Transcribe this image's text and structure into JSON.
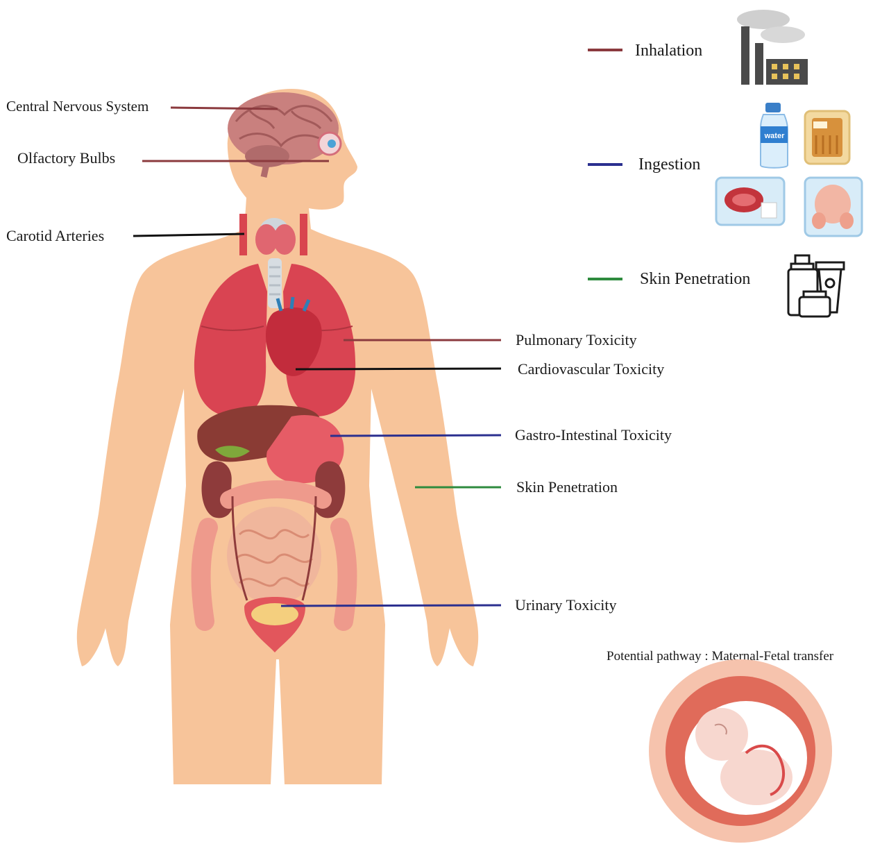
{
  "colors": {
    "inhalation": "#8b3a3e",
    "ingestion": "#2b2f8f",
    "skin": "#2e8b3e",
    "neutral": "#111111",
    "skin_tone": "#f7c49a",
    "organ_red": "#d9454f",
    "womb": "#f4b6a0"
  },
  "legend": {
    "inhalation": "Inhalation",
    "ingestion": "Ingestion",
    "skin_penetration": "Skin Penetration",
    "water_bottle_text": "water",
    "inhalation_icon": "factory-icon",
    "ingestion_icons": [
      "water-bottle-icon",
      "packaged-food-icon",
      "packaged-meat-icon",
      "packaged-poultry-icon"
    ],
    "skin_icon": "cosmetics-bottles-icon"
  },
  "labels": {
    "cns": "Central Nervous System",
    "olfactory": "Olfactory Bulbs",
    "carotid": "Carotid Arteries",
    "pulmonary": "Pulmonary Toxicity",
    "cardiovascular": "Cardiovascular Toxicity",
    "gastro": "Gastro-Intestinal Toxicity",
    "skin": "Skin Penetration",
    "urinary": "Urinary Toxicity"
  },
  "fetal": {
    "title": "Potential pathway : Maternal-Fetal transfer",
    "icon": "fetus-in-womb-icon"
  }
}
